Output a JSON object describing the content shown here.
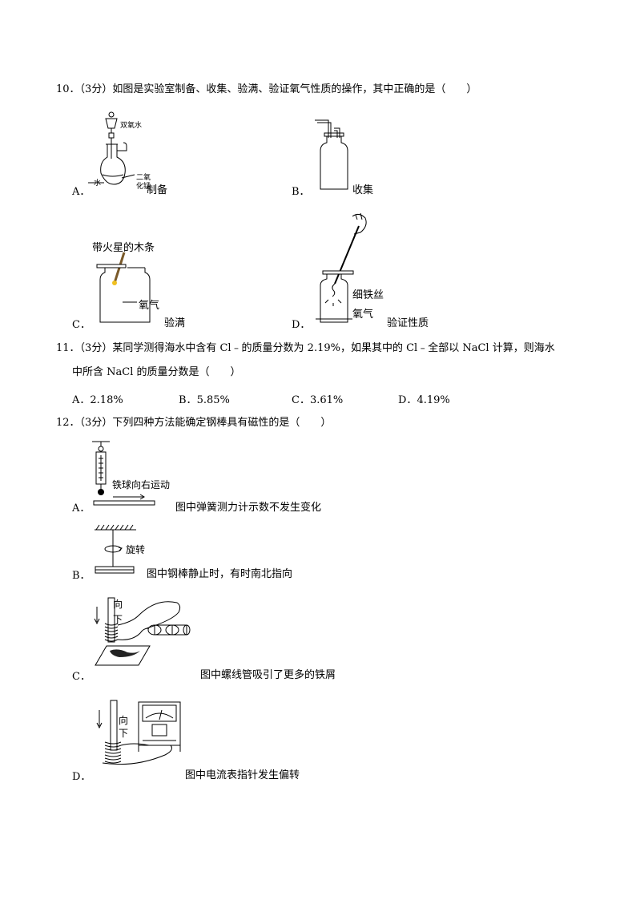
{
  "q10": {
    "stem": "10．（3分）如图是实验室制备、收集、验满、验证氧气性质的操作，其中正确的是（　　）",
    "options": {
      "A": {
        "letter": "A．",
        "caption": "制备",
        "label_h2o2": "双氧水",
        "label_water": "水",
        "label_mno2_1": "二氧",
        "label_mno2_2": "化锰"
      },
      "B": {
        "letter": "B．",
        "caption": "收集"
      },
      "C": {
        "letter": "C．",
        "caption": "验满",
        "label_stick": "带火星的木条",
        "label_gas": "氧气"
      },
      "D": {
        "letter": "D．",
        "caption": "验证性质",
        "label_wire": "细铁丝",
        "label_gas": "氧气"
      }
    }
  },
  "q11": {
    "stem_line1": "11．（3分）某同学测得海水中含有 Cl﹣的质量分数为 2.19%，如果其中的 Cl﹣全部以 NaCl 计算，则海水",
    "stem_line2": "中所含 NaCl 的质量分数是（　　）",
    "options": [
      {
        "letter": "A．",
        "value": "2.18%"
      },
      {
        "letter": "B．",
        "value": "5.85%"
      },
      {
        "letter": "C．",
        "value": "3.61%"
      },
      {
        "letter": "D．",
        "value": "4.19%"
      }
    ]
  },
  "q12": {
    "stem": "12．（3分）下列四种方法能确定钢棒具有磁性的是（　　）",
    "options": {
      "A": {
        "letter": "A．",
        "caption": "图中弹簧测力计示数不发生变化",
        "label_ball": "铁球向右运动"
      },
      "B": {
        "letter": "B．",
        "caption": "图中钢棒静止时，有时南北指向",
        "label_rotate": "旋转"
      },
      "C": {
        "letter": "C．",
        "caption": "图中螺线管吸引了更多的铁屑",
        "label_dir1": "向",
        "label_dir2": "下"
      },
      "D": {
        "letter": "D．",
        "caption": "图中电流表指针发生偏转",
        "label_dir1": "向",
        "label_dir2": "下"
      }
    }
  }
}
